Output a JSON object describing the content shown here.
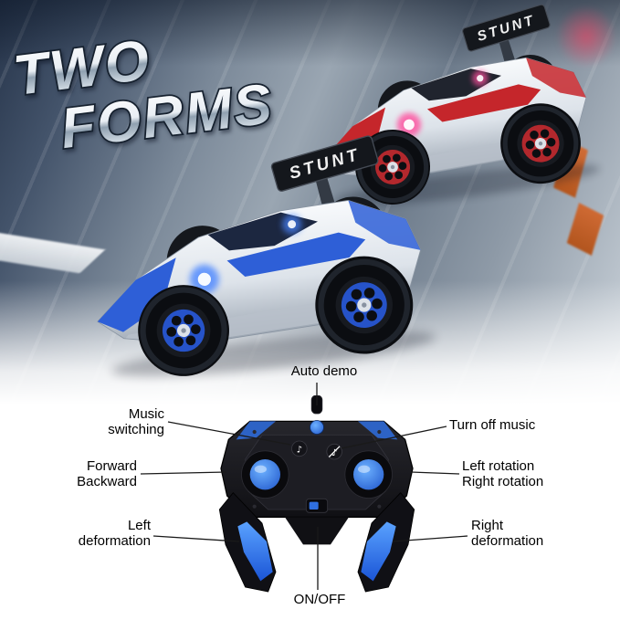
{
  "hero": {
    "title_line1": "TWO",
    "title_line2": "FORMS"
  },
  "scene": {
    "car_flag_text": "STUNT"
  },
  "controller": {
    "labels": {
      "auto_demo": "Auto demo",
      "music_switching": "Music\nswitching",
      "turn_off_music": "Turn off music",
      "forward_backward": "Forward\nBackward",
      "rotation": "Left rotation\nRight rotation",
      "left_deformation": "Left\ndeformation",
      "right_deformation": "Right\ndeformation",
      "on_off": "ON/OFF"
    },
    "icons": {
      "music_button": "♪",
      "mute_button": "♪"
    }
  },
  "colors": {
    "car_blue_accent": "#2e5fd7",
    "car_red_accent": "#c5262b",
    "blue_glow": "#4a86ff",
    "pink_glow": "#ff4f9e",
    "controller_blue": "#2f6fe0",
    "lane_marking_orange": "#c2622e",
    "label_text": "#000000"
  }
}
